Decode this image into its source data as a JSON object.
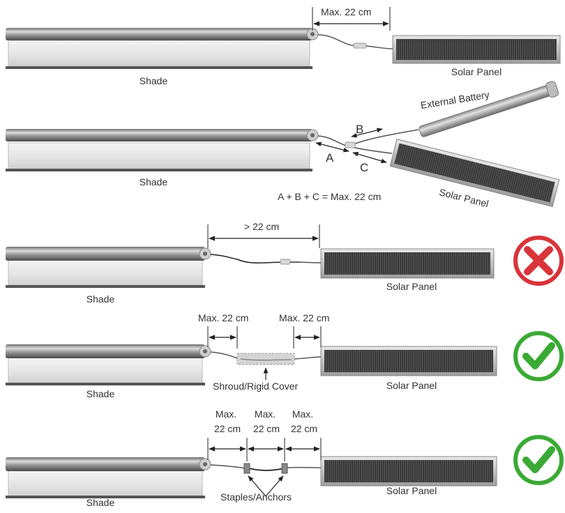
{
  "labels": {
    "shade": "Shade",
    "solar_panel": "Solar Panel",
    "external_battery": "External Battery",
    "max_22cm": "Max. 22 cm",
    "max": "Max.",
    "cm22": "22 cm",
    "gt_22cm": "> 22 cm",
    "letter_a": "A",
    "letter_b": "B",
    "letter_c": "C",
    "formula": "A + B + C = Max. 22 cm",
    "shroud": "Shroud/Rigid Cover",
    "staples": "Staples/Anchors"
  },
  "status": [
    {
      "scenario": "panel beyond 22 cm",
      "result": "incorrect",
      "icon": "x-icon",
      "color": "#d9343a"
    },
    {
      "scenario": "shroud with max 22 cm each side",
      "result": "correct",
      "icon": "check-icon",
      "color": "#3aaa35"
    },
    {
      "scenario": "staples every max 22 cm",
      "result": "correct",
      "icon": "check-icon",
      "color": "#3aaa35"
    }
  ]
}
